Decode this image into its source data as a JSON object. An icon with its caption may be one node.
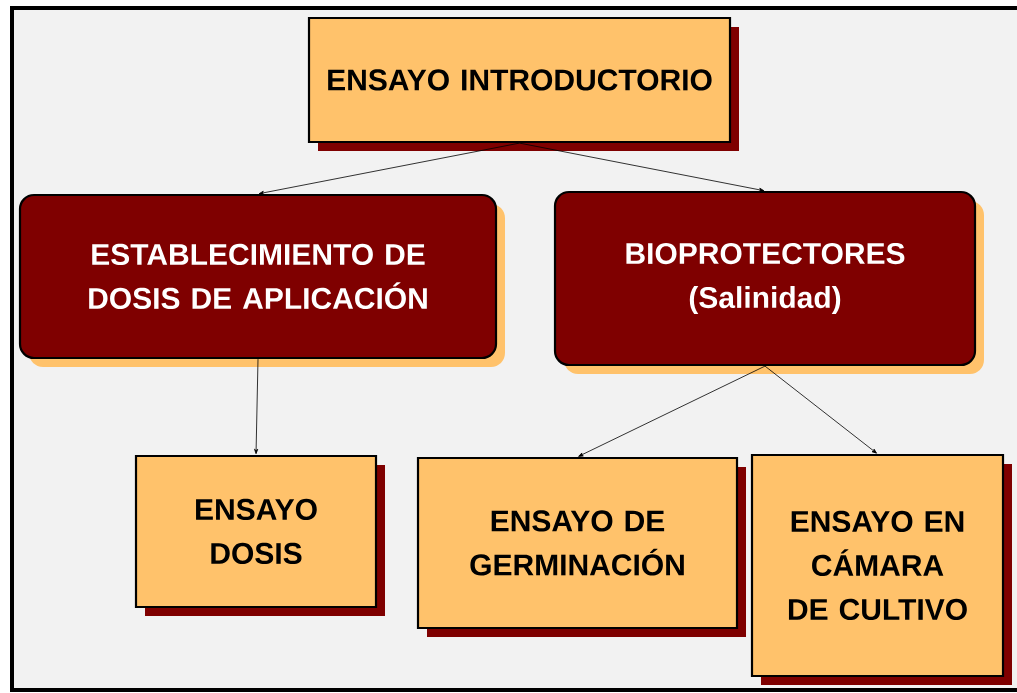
{
  "diagram": {
    "nodes": [
      {
        "text": [
          "ENSAYO INTRODUCTORIO"
        ]
      },
      {
        "text": [
          "ESTABLECIMIENTO DE DOSIS DE APLICACIÓN"
        ]
      },
      {
        "text": [
          "BIOPROTECTORES (Salinidad)"
        ]
      },
      {
        "text": [
          "ENSAYO DOSIS"
        ]
      },
      {
        "text": [
          "ENSAYO DE GERMINACIÓN"
        ]
      },
      {
        "text": [
          "ENSAYO EN CÁMARA DE CULTIVO"
        ]
      }
    ],
    "edges": [
      {
        "from": 0,
        "to": 1,
        "arrow": "to"
      },
      {
        "from": 0,
        "to": 2,
        "arrow": "to"
      },
      {
        "from": 1,
        "to": 3,
        "arrow": "to"
      },
      {
        "from": 2,
        "to": 4,
        "arrow": "to"
      },
      {
        "from": 2,
        "to": 5,
        "arrow": "to"
      }
    ]
  }
}
